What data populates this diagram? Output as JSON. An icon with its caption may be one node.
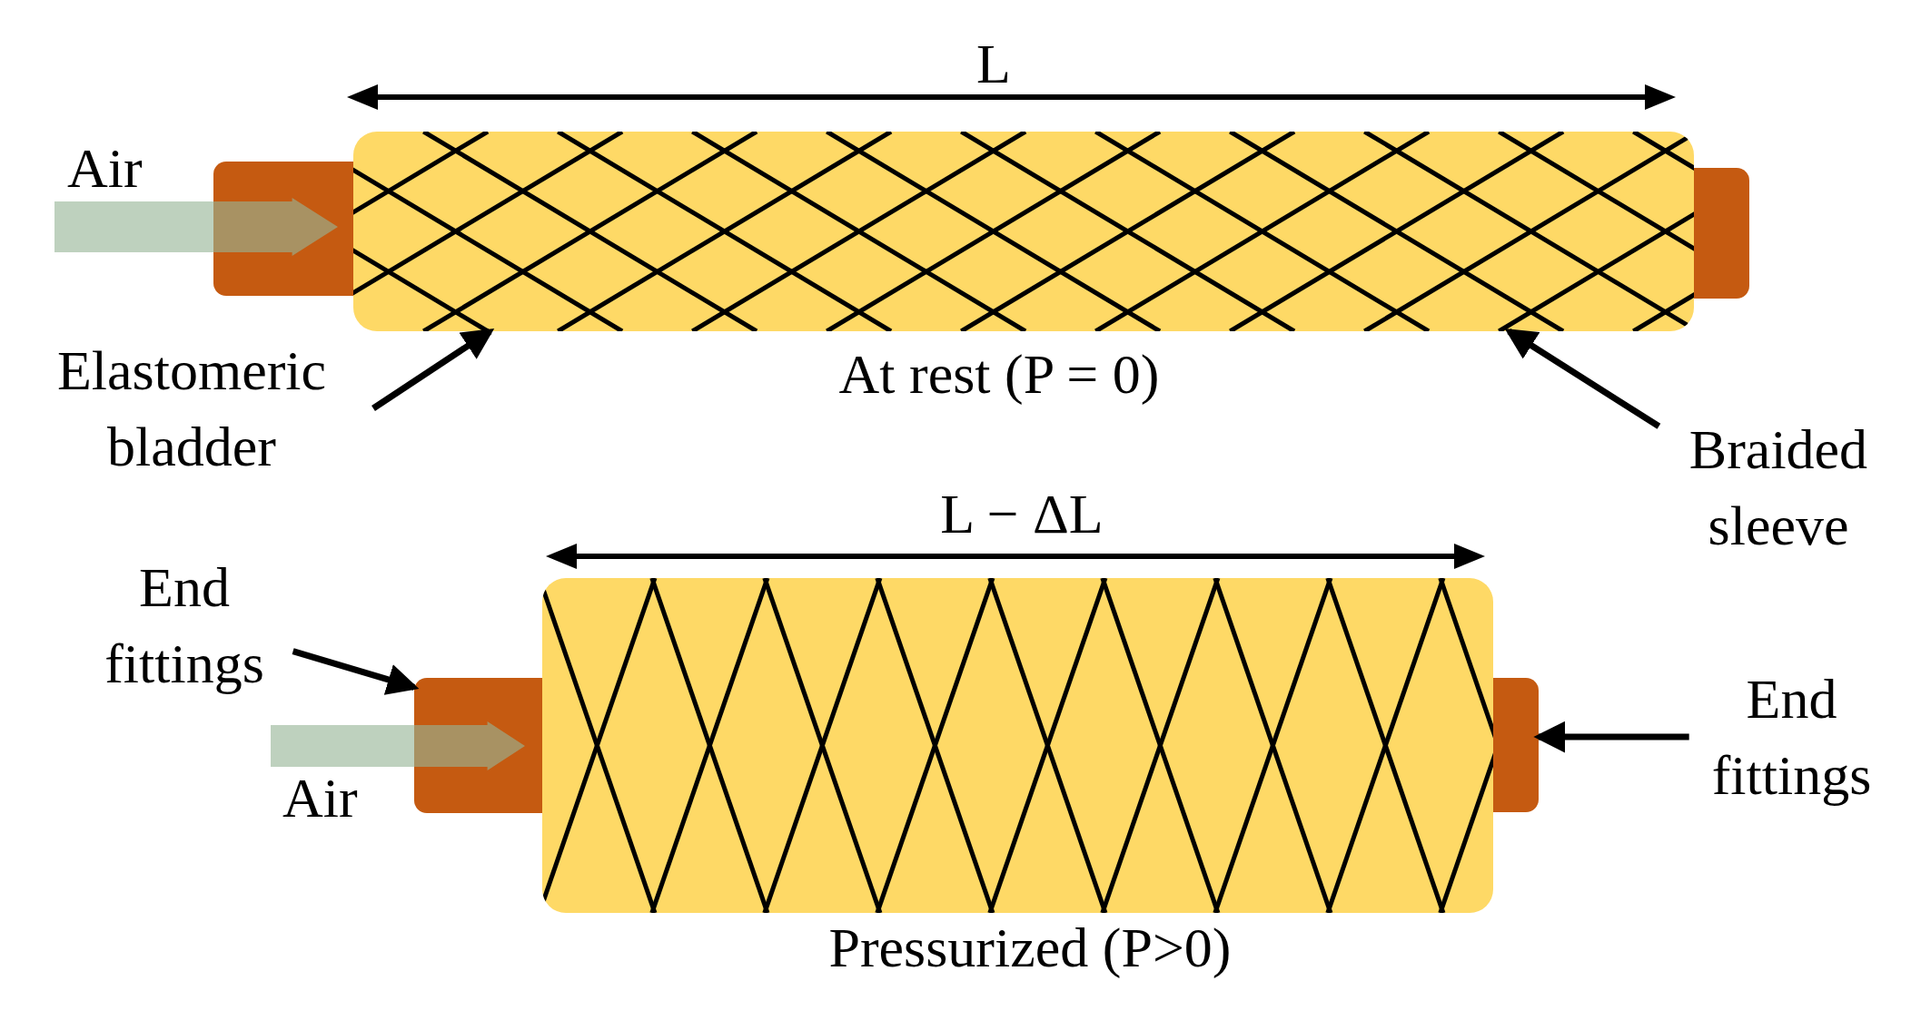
{
  "diagram": {
    "nodes": [
      {
        "text": [
          "Elastomeric bladder"
        ]
      },
      {
        "text": [],
        "shape": "box"
      },
      {
        "text": [],
        "shape": "box",
        "beside": [
          "At rest (P = 0)"
        ]
      },
      {
        "text": [],
        "shape": "braid",
        "in": 2
      },
      {
        "text": [],
        "shape": "box"
      },
      {
        "text": [
          "Braided sleeve"
        ]
      },
      {
        "text": [
          "End fittings"
        ]
      },
      {
        "text": [],
        "shape": "box"
      },
      {
        "text": [],
        "shape": "box",
        "beside": [
          "Pressurized (P>0)"
        ]
      },
      {
        "text": [],
        "shape": "braid",
        "in": 8
      },
      {
        "text": [],
        "shape": "box"
      },
      {
        "text": [
          "End fittings"
        ]
      }
    ],
    "edges": [
      {
        "from": 0,
        "to": 2,
        "arrow": "to"
      },
      {
        "from": 5,
        "to": 3,
        "arrow": "to"
      },
      {
        "from": 6,
        "to": 7,
        "arrow": "to"
      },
      {
        "from": 11,
        "to": 10,
        "arrow": "to"
      }
    ],
    "labels": [
      "L",
      "Air",
      "L − ΔL",
      "Air"
    ]
  }
}
